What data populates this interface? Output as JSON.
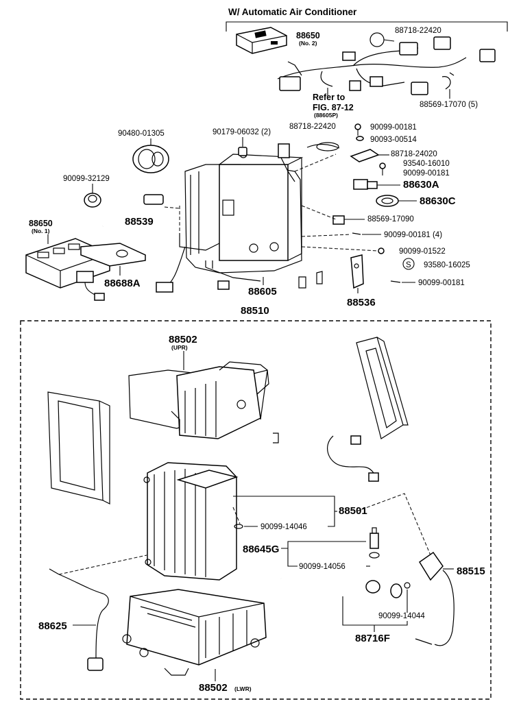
{
  "header": {
    "title": "W/ Automatic Air Conditioner"
  },
  "labels": {
    "p88650_no2": "88650",
    "p88650_no2_sub": "(No. 2)",
    "p88718_22420_top": "88718-22420",
    "refer_to": "Refer to",
    "fig_ref": "FIG. 87-12",
    "fig_sub": "(88605P)",
    "p88569_17070_5": "88569-17070 (5)",
    "p90480_01305": "90480-01305",
    "p90179_06032": "90179-06032 (2)",
    "p88718_22420_mid": "88718-22420",
    "p90099_00181_a": "90099-00181",
    "p90093_00514": "90093-00514",
    "p88718_24020": "88718-24020",
    "p93540_16010": "93540-16010",
    "p90099_00181_b": "90099-00181",
    "p88630A": "88630A",
    "p88630C": "88630C",
    "p90099_32129": "90099-32129",
    "p88539": "88539",
    "p88650_no1": "88650",
    "p88650_no1_sub": "(No. 1)",
    "p88569_17090": "88569-17090",
    "p90099_00181_4": "90099-00181 (4)",
    "p90099_01522": "90099-01522",
    "s_mark": "S",
    "p93580_16025": "93580-16025",
    "p88688A": "88688A",
    "p88605": "88605",
    "p90099_00181_c": "90099-00181",
    "p88536": "88536",
    "p88510": "88510",
    "p88502_upr": "88502",
    "p88502_upr_sub": "(UPR)",
    "p88501": "88501",
    "p90099_14046": "90099-14046",
    "p88645G": "88645G",
    "p90099_14056": "90099-14056",
    "p88515": "88515",
    "p88625": "88625",
    "p90099_14044": "90099-14044",
    "p88716F": "88716F",
    "p88502_lwr": "88502",
    "p88502_lwr_sub": "(LWR)"
  }
}
